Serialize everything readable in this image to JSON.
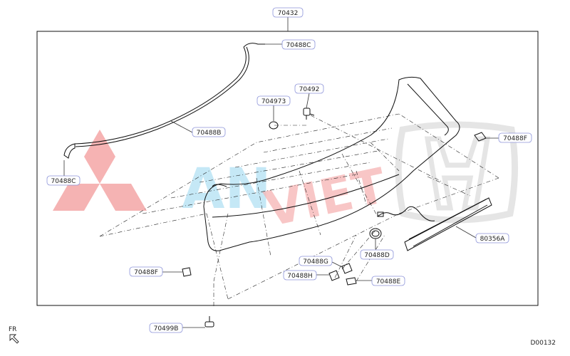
{
  "labels": {
    "top": "70432",
    "c_top": "70488C",
    "c_left": "70488C",
    "b": "70488B",
    "p70497": "704973",
    "p70492": "70492",
    "f_right": "70488F",
    "f_left": "70488F",
    "a": "80356A",
    "d": "70488D",
    "g": "70488G",
    "h": "70488H",
    "e": "70488E",
    "p70499": "70499B"
  },
  "footer": {
    "fr": "FR",
    "code": "D00132"
  },
  "watermark": {
    "text": "ANVIET",
    "colors": {
      "logo_red": "#f4a6a6",
      "text_blue": "#bfe6f6",
      "text_red": "#f6b4b4",
      "honda_gray": "#e3e3e3"
    }
  },
  "colors": {
    "line": "#111111",
    "label_border": "#8c93d9"
  }
}
